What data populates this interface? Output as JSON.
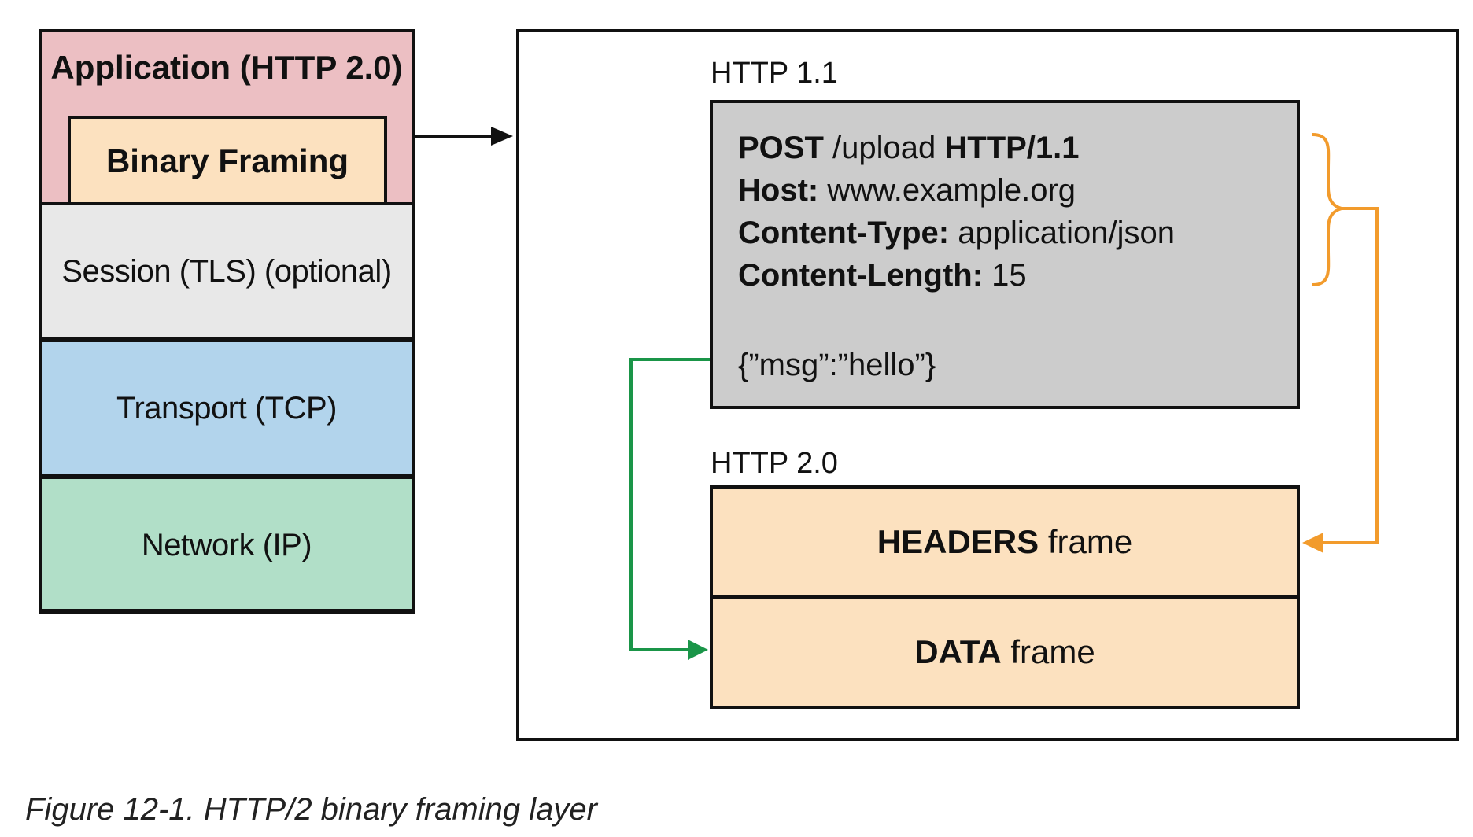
{
  "stack": {
    "application": "Application (HTTP 2.0)",
    "binary_framing": "Binary Framing",
    "session": "Session (TLS) (optional)",
    "transport": "Transport (TCP)",
    "network": "Network (IP)"
  },
  "http11": {
    "label": "HTTP 1.1",
    "request_line": {
      "method": "POST",
      "path": " /upload ",
      "version": "HTTP/1.1"
    },
    "headers": [
      {
        "name": "Host:",
        "value": " www.example.org"
      },
      {
        "name": "Content-Type:",
        "value": " application/json"
      },
      {
        "name": "Content-Length:",
        "value": " 15"
      }
    ],
    "body": "{”msg”:”hello”}"
  },
  "http2": {
    "label": "HTTP 2.0",
    "headers_frame": {
      "bold": "HEADERS",
      "rest": " frame"
    },
    "data_frame": {
      "bold": "DATA",
      "rest": " frame"
    }
  },
  "colors": {
    "application": "#ecbfc3",
    "binary_framing": "#fce1bf",
    "session": "#e8e8e8",
    "transport": "#b2d4ec",
    "network": "#b1dfc8",
    "request_box": "#cccccc",
    "headers_arrow": "#f29b2c",
    "data_arrow": "#1a9548"
  },
  "caption": "Figure 12-1. HTTP/2 binary framing layer"
}
